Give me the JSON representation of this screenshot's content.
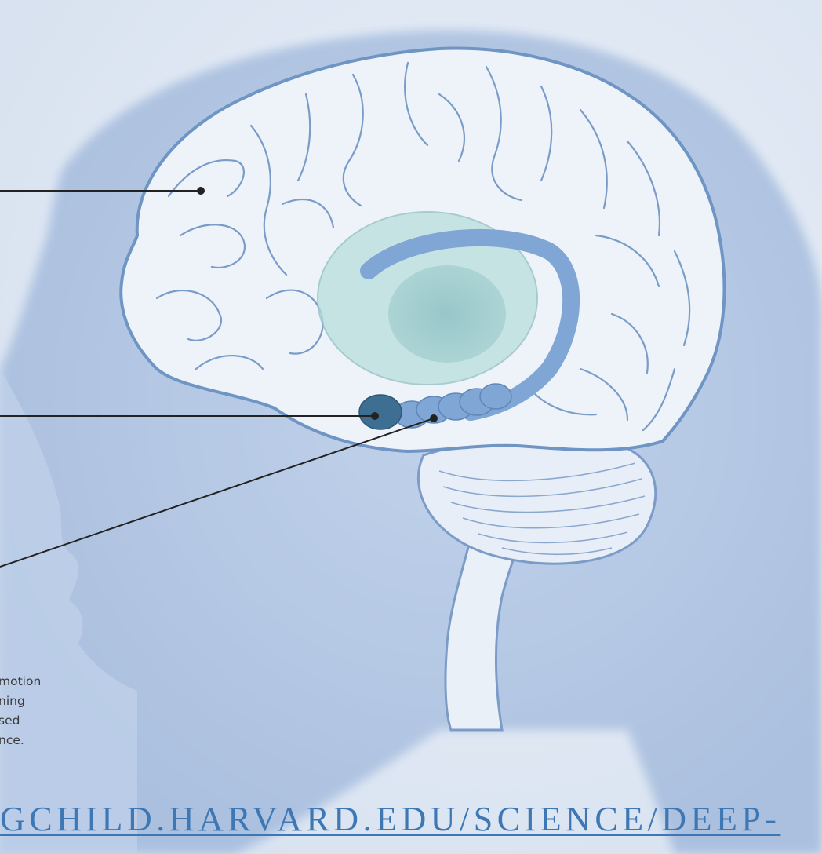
{
  "caption": {
    "lines": [
      "motion",
      "ning",
      "sed",
      "nce."
    ]
  },
  "footer": {
    "link_text": "GCHILD.HARVARD.EDU/SCIENCE/DEEP-"
  },
  "colors": {
    "background": "#dfe8f4",
    "head_silhouette": "#b4c8e4",
    "brain_fill": "#eef3f9",
    "brain_outline": "#6f95c4",
    "limbic_teal": "#a8d3d3",
    "hippocampus": "#7fa6d4",
    "amygdala": "#3e6f92",
    "leader_line": "#222222",
    "link": "#3e78b4"
  }
}
